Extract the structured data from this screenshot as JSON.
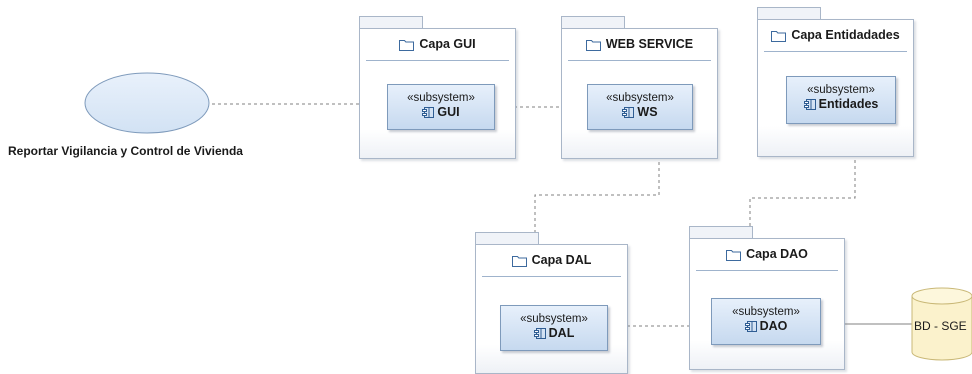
{
  "use_case": {
    "label": "Reportar Vigilancia y Control de Vivienda"
  },
  "packages": {
    "gui": {
      "title": "Capa GUI",
      "subsystem": {
        "stereotype": "«subsystem»",
        "name": "GUI"
      }
    },
    "ws": {
      "title": "WEB SERVICE",
      "subsystem": {
        "stereotype": "«subsystem»",
        "name": "WS"
      }
    },
    "entidades": {
      "title": "Capa Entidadades",
      "subsystem": {
        "stereotype": "«subsystem»",
        "name": "Entidades"
      }
    },
    "dal": {
      "title": "Capa DAL",
      "subsystem": {
        "stereotype": "«subsystem»",
        "name": "DAL"
      }
    },
    "dao": {
      "title": "Capa DAO",
      "subsystem": {
        "stereotype": "«subsystem»",
        "name": "DAO"
      }
    }
  },
  "database": {
    "label": "BD - SGE"
  },
  "colors": {
    "package_border": "#a9b6c8",
    "subsystem_fill_top": "#e7f0fb",
    "subsystem_fill_bottom": "#c6d9ef",
    "use_case_fill": "#dde9f7",
    "database_fill": "#fbf2cc",
    "connector": "#808080"
  }
}
